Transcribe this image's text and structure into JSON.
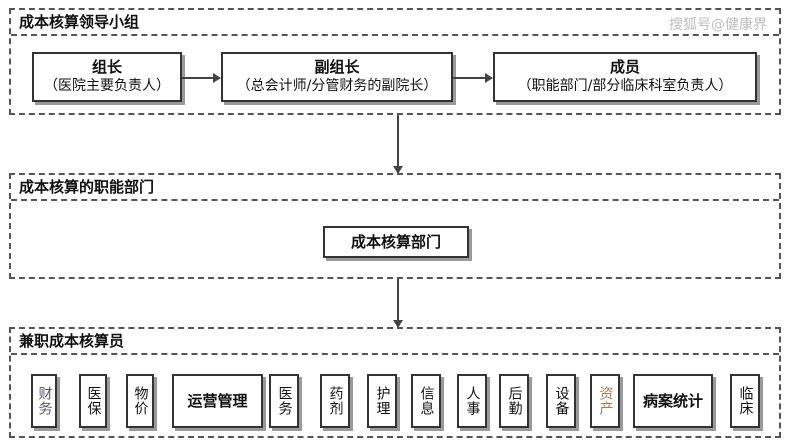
{
  "watermark": "搜狐号@健康界",
  "section1": {
    "title": "成本核算领导小组",
    "boxes": [
      {
        "title": "组长",
        "subtitle": "（医院主要负责人）"
      },
      {
        "title": "副组长",
        "subtitle": "（总会计师/分管财务的副院长）"
      },
      {
        "title": "成员",
        "subtitle": "（职能部门/部分临床科室负责人）"
      }
    ]
  },
  "section2": {
    "title": "成本核算的职能部门",
    "box": "成本核算部门"
  },
  "section3": {
    "title": "兼职成本核算员",
    "items": [
      "财务",
      "医保",
      "物价",
      "运营管理",
      "医务",
      "药剂",
      "护理",
      "信息",
      "人事",
      "后勤",
      "设备",
      "资产",
      "病案统计",
      "临床"
    ]
  }
}
